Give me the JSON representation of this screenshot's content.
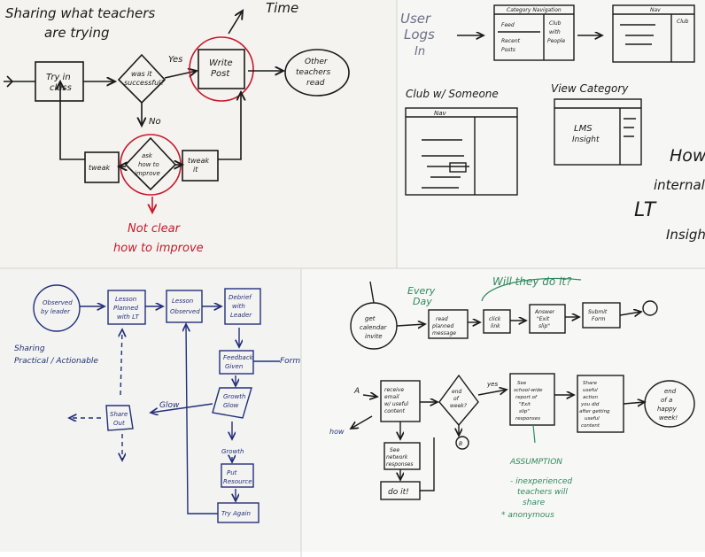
{
  "panel_tl": {
    "title_line1": "Sharing what teachers",
    "title_line2": "are trying",
    "top_right_label": "Time",
    "try_in_class": [
      "Try in",
      "class"
    ],
    "decision": [
      "was it",
      "successful?"
    ],
    "yes_label": "Yes",
    "write_post": [
      "Write",
      "Post"
    ],
    "other_teachers_read": [
      "Other",
      "teachers",
      "read"
    ],
    "no_label": "No",
    "tweak_left": "tweak",
    "center_diamond": [
      "ask",
      "how to",
      "improve"
    ],
    "tweak_right": [
      "tweak",
      "it"
    ],
    "red_note": [
      "Not clear",
      "how to improve"
    ]
  },
  "panel_tr": {
    "user_logs_in": [
      "User",
      "Logs",
      "In"
    ],
    "screen1_header": "Category Navigation",
    "screen1_left": [
      "Feed",
      "Recent",
      "Posts"
    ],
    "screen1_right": [
      "Club",
      "with",
      "People"
    ],
    "screen2_header": "Nav",
    "screen2_right": "Club",
    "club_label": "Club w/ Someone",
    "club_nav": "Nav",
    "view_category": "View Category",
    "lms_text": [
      "LMS",
      "Insight"
    ],
    "side_text": [
      "How",
      "internal",
      "LT",
      "Insight"
    ]
  },
  "panel_bl": {
    "observed_by_leader": [
      "Observed",
      "by leader"
    ],
    "lesson_planned": [
      "Lesson",
      "Planned",
      "with LT"
    ],
    "lesson_observed": [
      "Lesson",
      "Observed"
    ],
    "debrief": [
      "Debrief",
      "with",
      "Leader"
    ],
    "feedback_given": [
      "Feedback",
      "Given"
    ],
    "formal_label": "Formal?",
    "growth_glow": [
      "Growth",
      "Glow"
    ],
    "glow_label": "Glow",
    "share_out": [
      "Share",
      "Out"
    ],
    "growth_label": "Growth",
    "put_resource": [
      "Put",
      "Resource"
    ],
    "try_again": "Try Again",
    "side_notes": [
      "Sharing",
      "Practical / Actionable"
    ]
  },
  "panel_br": {
    "every_day": [
      "Every",
      "Day"
    ],
    "will_they": "Will they do it?",
    "get_calendar": [
      "get",
      "calendar",
      "invite"
    ],
    "read_planned": [
      "read",
      "planned",
      "message"
    ],
    "click_link": [
      "click",
      "link"
    ],
    "answer": [
      "Answer",
      "\"Exit",
      "slip\""
    ],
    "submit_form": [
      "Submit",
      "Form"
    ],
    "a_label": "A",
    "receive_email": [
      "receive",
      "email",
      "w/ useful",
      "content"
    ],
    "end_of_week": [
      "end",
      "of",
      "week?"
    ],
    "yes_label": "yes",
    "see_school": [
      "See",
      "school-wide",
      "report of",
      "\"Exit",
      "slip\"",
      "responses"
    ],
    "share_useful": [
      "Share",
      "useful",
      "action",
      "you did",
      "after getting",
      "useful",
      "content"
    ],
    "end_happy": [
      "end",
      "of a",
      "happy",
      "week!"
    ],
    "b_label": "B",
    "how_label": "how",
    "see_network": [
      "See",
      "network",
      "responses"
    ],
    "do_it": "do it!",
    "assumption": "ASSUMPTION",
    "assumption_notes": [
      "- inexperienced",
      "teachers will",
      "share",
      "* anonymous"
    ]
  }
}
